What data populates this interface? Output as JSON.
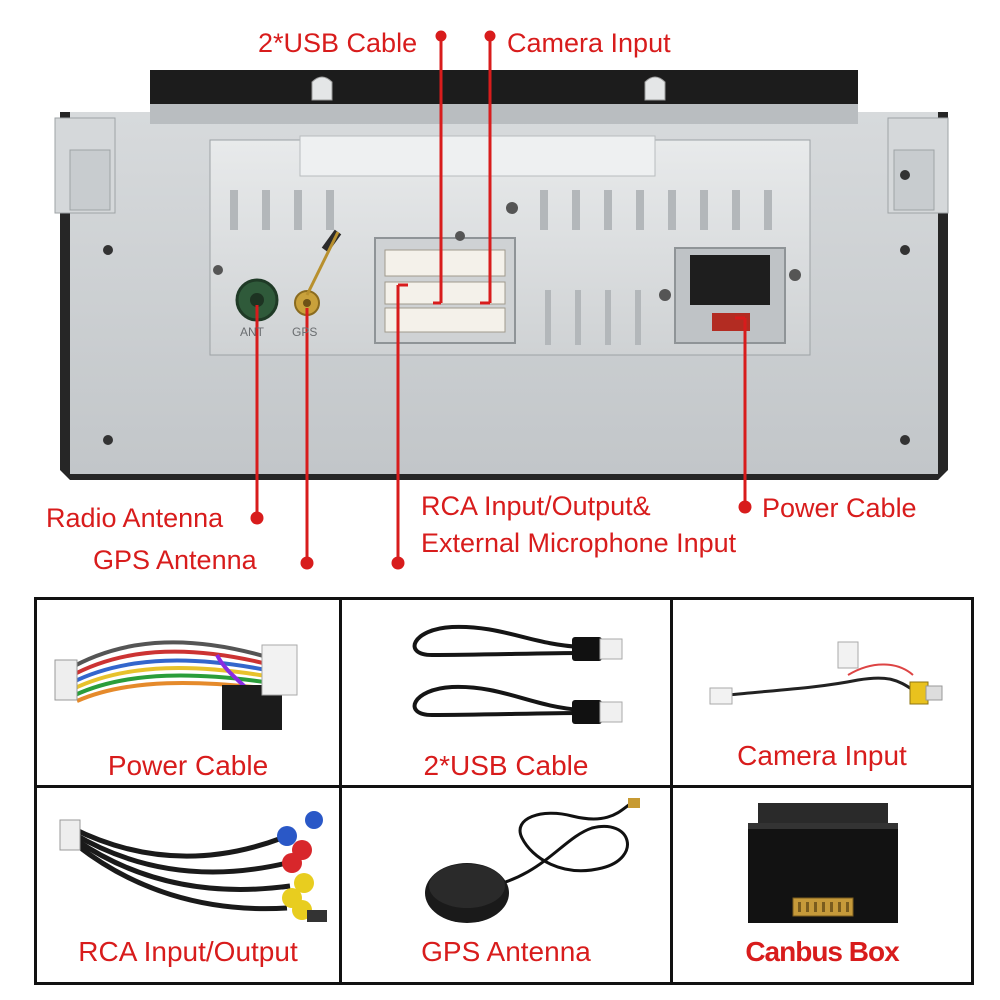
{
  "callouts": {
    "usb": "2*USB Cable",
    "camera": "Camera Input",
    "radio_antenna": "Radio Antenna",
    "gps_antenna": "GPS Antenna",
    "rca_line1": "RCA Input/Output&",
    "rca_line2": "External Microphone Input",
    "power": "Power Cable"
  },
  "unit_markings": {
    "ant": "ANT",
    "gps": "GPS"
  },
  "accessories": [
    {
      "label": "Power Cable"
    },
    {
      "label": "2*USB Cable"
    },
    {
      "label": "Camera Input"
    },
    {
      "label": "RCA Input/Output"
    },
    {
      "label": "GPS Antenna"
    },
    {
      "label": "Canbus Box"
    }
  ],
  "colors": {
    "label_red": "#d81c1c",
    "housing_gray": "#c9cdd0",
    "panel_silver": "#dfe2e4",
    "bezel_black": "#1c1c1c"
  }
}
